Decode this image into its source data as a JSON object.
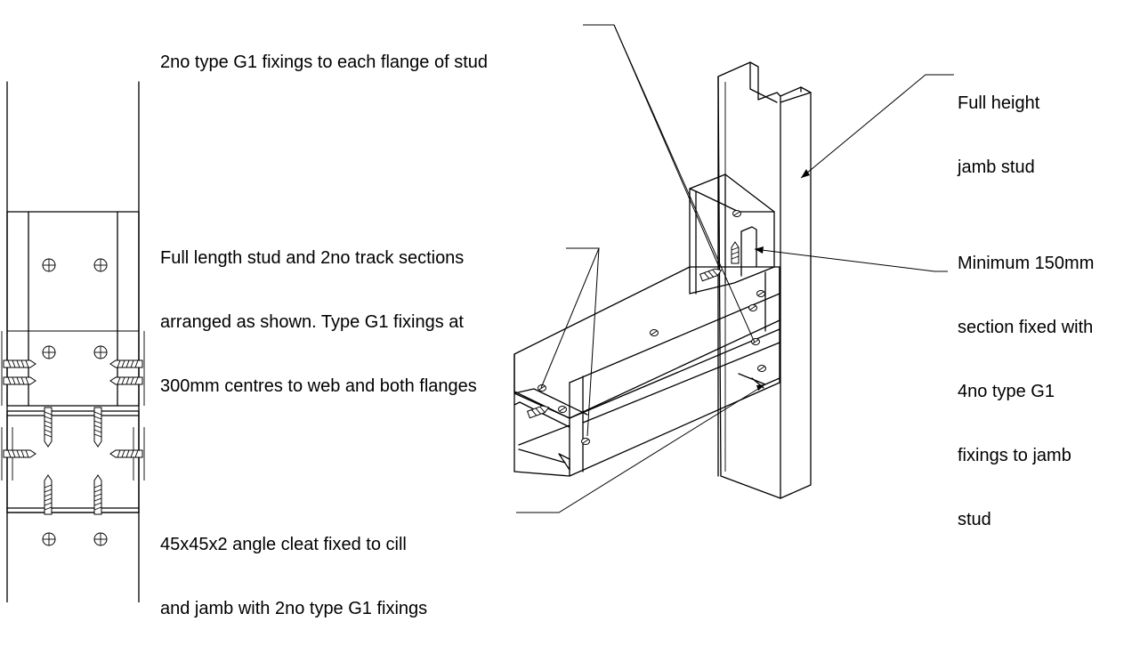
{
  "drawing": {
    "notes": [
      {
        "id": "fixings-each-flange",
        "lines": [
          "2no type G1 fixings to each flange of stud"
        ]
      },
      {
        "id": "full-height-jamb",
        "lines": [
          "Full height",
          "jamb stud"
        ]
      },
      {
        "id": "full-length-stud",
        "lines": [
          "Full length stud and 2no track sections",
          "arranged as shown. Type G1 fixings at",
          "300mm centres to web and both flanges"
        ]
      },
      {
        "id": "minimum-section",
        "lines": [
          "Minimum 150mm",
          "section fixed with",
          "4no type G1",
          "fixings to jamb",
          "stud"
        ]
      },
      {
        "id": "angle-cleat",
        "lines": [
          "45x45x2 angle cleat fixed to cill",
          "and jamb with 2no type G1 fixings"
        ]
      }
    ]
  }
}
